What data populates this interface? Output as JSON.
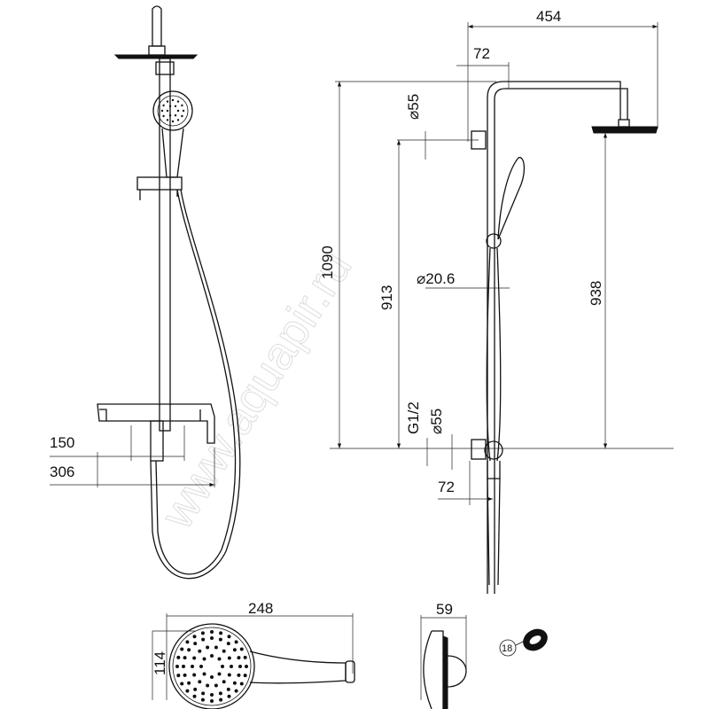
{
  "watermark": "www.aquapir.ru",
  "dimensions": {
    "width_total": "454",
    "offset_top": "72",
    "diameter_top": "⌀55",
    "height_total": "1090",
    "height_bar": "913",
    "height_head": "938",
    "bar_diameter": "⌀20.6",
    "thread": "G1/2",
    "diameter_bottom": "⌀55",
    "offset_bottom": "72",
    "mixer_inner": "150",
    "mixer_outer": "306",
    "handshower_length": "248",
    "handshower_width": "114",
    "handshower_depth": "59",
    "part_number": "18"
  }
}
